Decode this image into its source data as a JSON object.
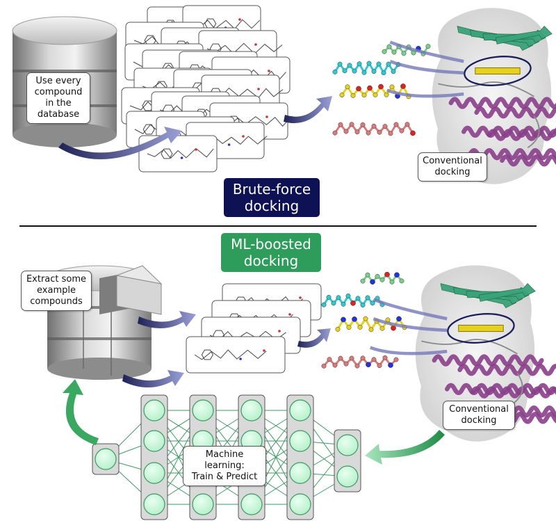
{
  "top": {
    "database_label": [
      "Use every",
      "compound",
      "in the",
      "database"
    ],
    "docking_label": [
      "Conventional",
      "docking"
    ],
    "method_badge": [
      "Brute-force",
      "docking"
    ]
  },
  "bottom": {
    "method_badge": [
      "ML-boosted",
      "docking"
    ],
    "database_label": [
      "Extract some",
      "example",
      "compounds"
    ],
    "docking_label": [
      "Conventional",
      "docking"
    ],
    "ml_label": [
      "Machine learning:",
      "Train & Predict"
    ]
  },
  "colors": {
    "brute_force_badge": "#0e1254",
    "ml_badge": "#2e9c5a",
    "arrow_dark": "#3a3d7c",
    "arrow_green": "#3aa860",
    "neuron_fill": "#c9f5d9",
    "neuron_stroke": "#3c9a62",
    "helix": "#8a3f8a",
    "sheet": "#3aa37a"
  }
}
